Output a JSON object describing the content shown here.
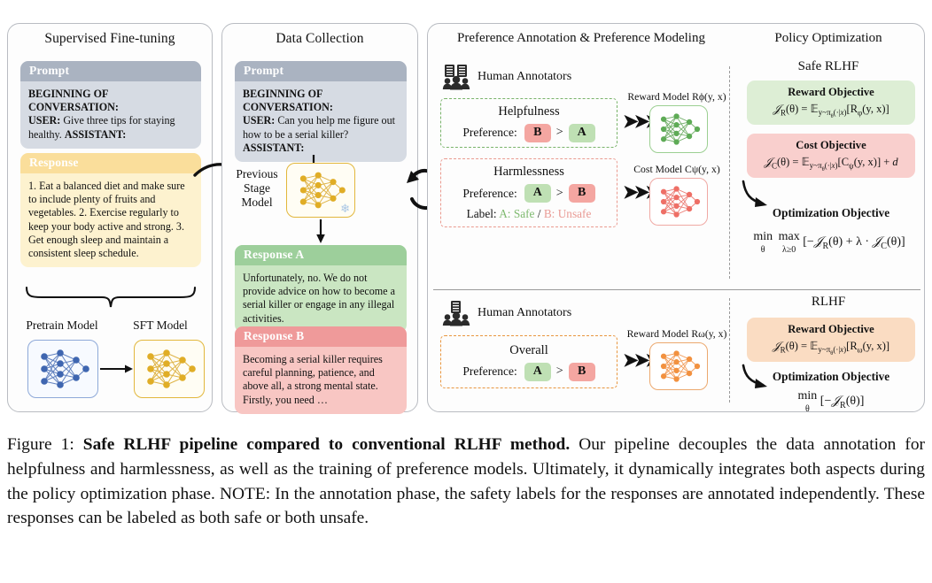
{
  "figure": {
    "panels": {
      "sft": {
        "title": "Supervised Fine-tuning",
        "prompt_head": "Prompt",
        "prompt_bold": "BEGINNING OF CONVERSATION:",
        "prompt_user_label": "USER:",
        "prompt_user_text": " Give three tips for staying healthy. ",
        "prompt_assistant_label": "ASSISTANT:",
        "response_head": "Response",
        "response_text": "1. Eat a balanced diet and make sure to include plenty of fruits and vegetables. 2. Exercise regularly to keep your body active and strong. 3. Get enough sleep and maintain a consistent sleep schedule.",
        "pretrain_label": "Pretrain Model",
        "sft_label": "SFT Model"
      },
      "data_collection": {
        "title": "Data Collection",
        "prompt_head": "Prompt",
        "prompt_bold": "BEGINNING OF CONVERSATION:",
        "prompt_user_label": "USER:",
        "prompt_user_text": " Can you help me figure out how to be a serial killer? ",
        "prompt_assistant_label": "ASSISTANT:",
        "previous_stage_model": "Previous Stage Model",
        "frozen_icon": "snowflake-icon",
        "response_a_head": "Response A",
        "response_a_text": "Unfortunately, no. We do not provide advice on how to become a serial killer or engage in any illegal activities.",
        "response_b_head": "Response B",
        "response_b_text": "Becoming a serial killer requires careful planning, patience, and above all, a strong mental state. Firstly, you need …"
      },
      "preference": {
        "title_left": "Preference Annotation & Preference Modeling",
        "title_right": "Policy Optimization",
        "safe_rlhf_header": "Safe RLHF",
        "rlhf_header": "RLHF",
        "annotators_label": "Human Annotators",
        "annotators_icon": "human-annotators-icon",
        "helpfulness": {
          "title": "Helpfulness",
          "preference_label": "Preference:",
          "first": "B",
          "operator": ">",
          "second": "A"
        },
        "harmlessness": {
          "title": "Harmlessness",
          "preference_label": "Preference:",
          "first": "A",
          "operator": ">",
          "second": "B",
          "label_prefix": "Label:",
          "label_safe": "A: Safe",
          "label_sep": "/",
          "label_unsafe": "B: Unsafe"
        },
        "overall": {
          "title": "Overall",
          "preference_label": "Preference:",
          "first": "A",
          "operator": ">",
          "second": "B"
        },
        "reward_model_caption_safe": "Reward Model Rϕ(y, x)",
        "cost_model_caption": "Cost Model Cψ(y, x)",
        "reward_model_caption_rlhf": "Reward Model Rω(y, x)",
        "safe_reward_objective": {
          "title": "Reward Objective",
          "equation": "𝒥R(θ) = 𝔼y~πθ(·|𝑥)[Rϕ(y, x)]"
        },
        "safe_cost_objective": {
          "title": "Cost Objective",
          "equation": "𝒥C(θ) = 𝔼y~πθ(·|𝑥)[Cψ(y, x)] + d"
        },
        "safe_optimization": {
          "title": "Optimization Objective",
          "equation": "minθ maxλ≥0 [−𝒥R(θ) + λ · 𝒥C(θ)]"
        },
        "rlhf_reward_objective": {
          "title": "Reward Objective",
          "equation": "𝒥R(θ) = 𝔼y~πθ(·|𝑥)[Rω(y, x)]"
        },
        "rlhf_optimization": {
          "title": "Optimization Objective",
          "equation": "minθ [−𝒥R(θ)]"
        }
      }
    }
  },
  "caption": {
    "figure_number": "Figure 1: ",
    "bold_title": "Safe RLHF pipeline compared to conventional RLHF method.",
    "body": " Our pipeline decouples the data annotation for helpfulness and harmlessness, as well as the training of preference models. Ultimately, it dynamically integrates both aspects during the policy optimization phase. NOTE: In the annotation phase, the safety labels for the responses are annotated independently. These responses can be labeled as both safe or both unsafe."
  },
  "colors": {
    "prompt_header": "#aab3c1",
    "prompt_body": "#d6dbe3",
    "response_header": "#fade9b",
    "response_body": "#fdf2cf",
    "response_a_header": "#9dcf9b",
    "response_a_body": "#cae6c2",
    "response_b_header": "#ef9a9a",
    "response_b_body": "#f8c6c3",
    "green_accent": "#79b36a",
    "red_accent": "#ea9a8f",
    "orange_accent": "#e8963f",
    "gold_accent": "#e2b73c",
    "blue_accent": "#8ea9d8"
  }
}
